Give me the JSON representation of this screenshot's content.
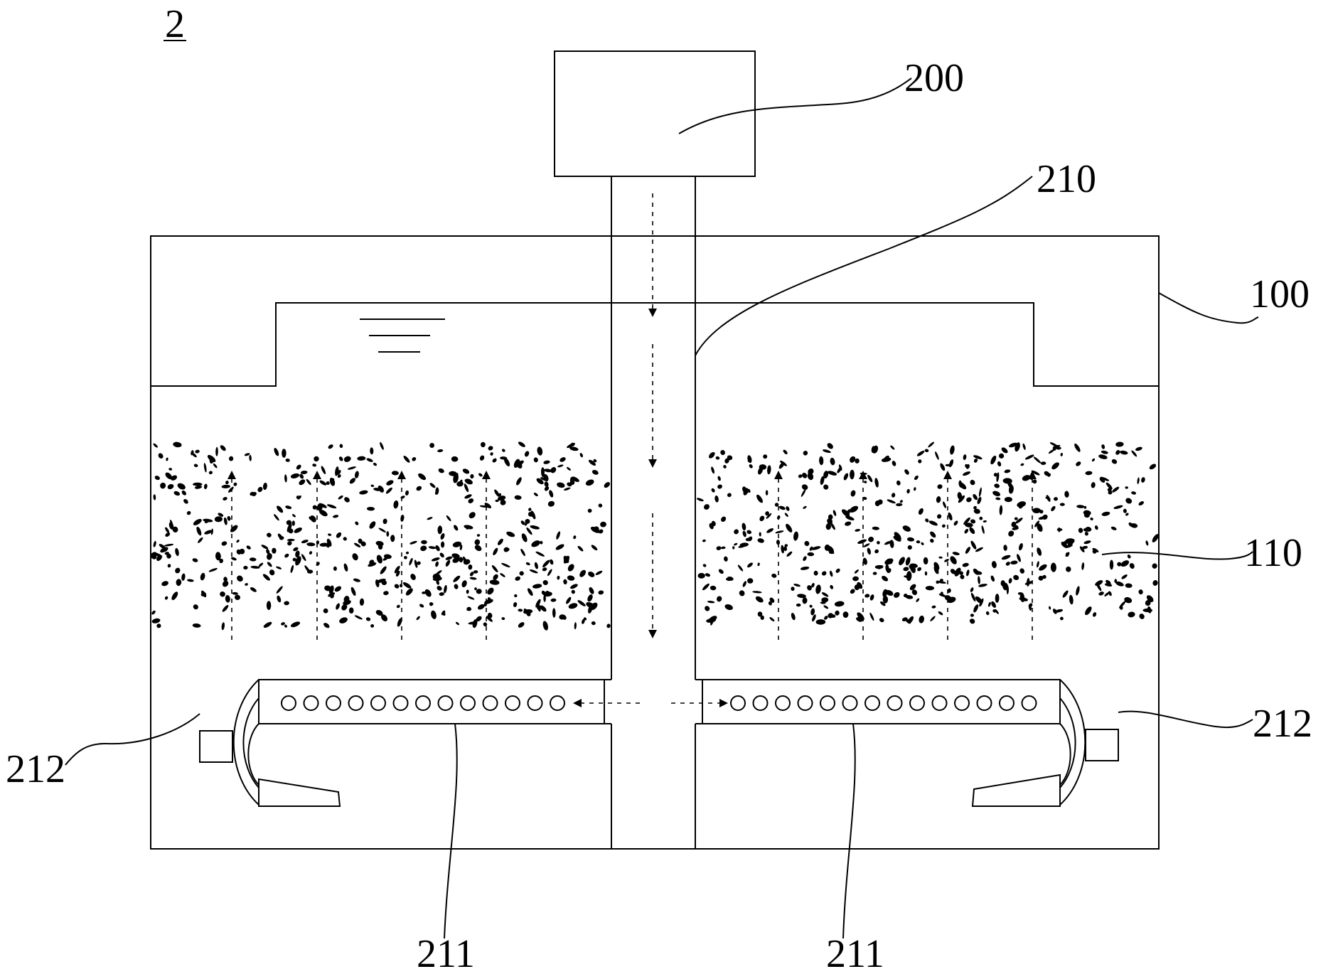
{
  "figure": {
    "number": "2"
  },
  "labels": {
    "aeration_device": "200",
    "pipe": "210",
    "tank": "100",
    "medium": "110",
    "distributor_left": "211",
    "distributor_right": "211",
    "nozzle_left": "212",
    "nozzle_right": "212"
  },
  "colors": {
    "line": "#000000",
    "background": "#ffffff"
  }
}
